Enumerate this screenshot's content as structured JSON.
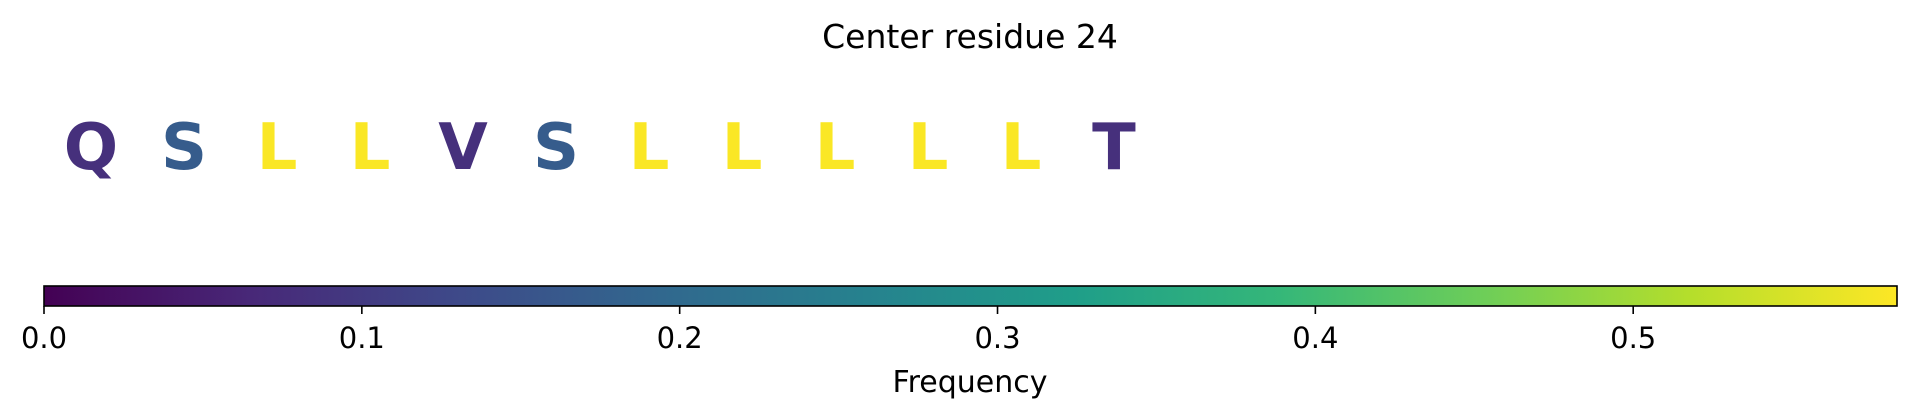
{
  "chart_data": {
    "type": "heatmap",
    "title": "Center residue 24",
    "residues": [
      {
        "letter": "Q",
        "frequency": 0.08
      },
      {
        "letter": "S",
        "frequency": 0.17
      },
      {
        "letter": "L",
        "frequency": 0.58
      },
      {
        "letter": "L",
        "frequency": 0.58
      },
      {
        "letter": "V",
        "frequency": 0.08
      },
      {
        "letter": "S",
        "frequency": 0.17
      },
      {
        "letter": "L",
        "frequency": 0.58
      },
      {
        "letter": "L",
        "frequency": 0.58
      },
      {
        "letter": "L",
        "frequency": 0.58
      },
      {
        "letter": "L",
        "frequency": 0.58
      },
      {
        "letter": "L",
        "frequency": 0.58
      },
      {
        "letter": "T",
        "frequency": 0.08
      }
    ],
    "colorbar": {
      "label": "Frequency",
      "colormap": "viridis",
      "range": [
        0.0,
        0.583
      ],
      "ticks": [
        0.0,
        0.1,
        0.2,
        0.3,
        0.4,
        0.5
      ],
      "tick_labels": [
        "0.0",
        "0.1",
        "0.2",
        "0.3",
        "0.4",
        "0.5"
      ],
      "orientation": "horizontal"
    },
    "colormap_stops": [
      "#440154",
      "#482878",
      "#3e4989",
      "#31688e",
      "#26828e",
      "#1f9e89",
      "#35b779",
      "#6ece58",
      "#b5de2b",
      "#fde725"
    ]
  }
}
